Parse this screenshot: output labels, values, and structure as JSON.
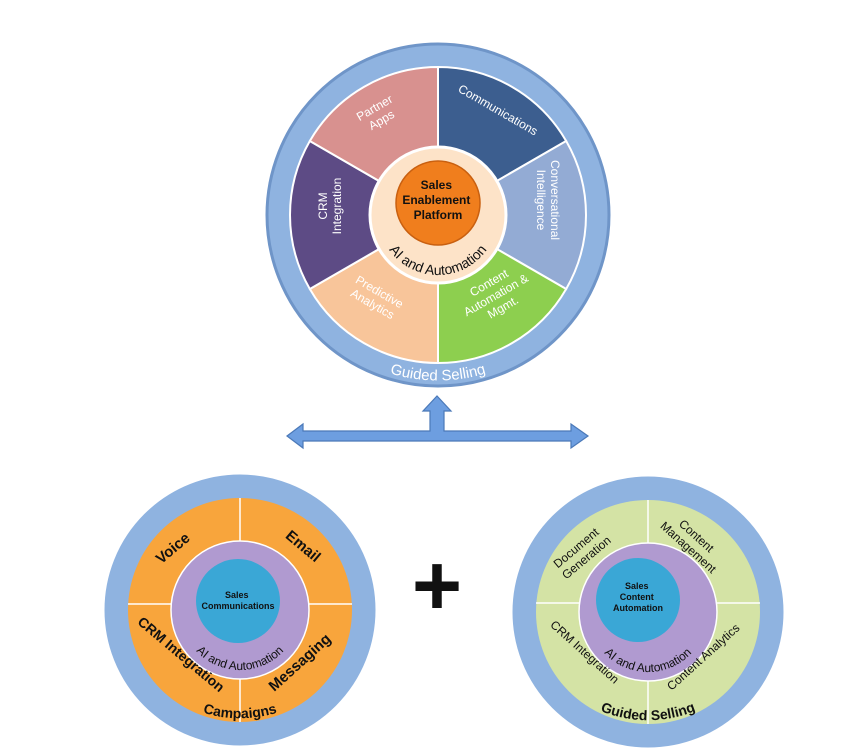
{
  "colors": {
    "ring_blue": "#8fb3e0",
    "ring_blue_stroke": "#6f95c8",
    "core_orange": "#f07e1d",
    "core_blue": "#3aa7d6",
    "center_ring_light": "#fde3c8",
    "center_ring_purple": "#b09ad0",
    "orange_segment": "#f8a53c",
    "green_segment": "#d4e3a5",
    "arrow_blue": "#6d9ee0",
    "plus": "#111111"
  },
  "top_wheel": {
    "core_label": [
      "Sales",
      "Enablement",
      "Platform"
    ],
    "inner_ring_label": "AI and Automation",
    "outer_ring_label": "Guided Selling",
    "segments": [
      {
        "label": [
          "Communications"
        ],
        "color": "#3c5e8f"
      },
      {
        "label": [
          "Conversational",
          "Intelligence"
        ],
        "color": "#93abd4"
      },
      {
        "label": [
          "Content",
          "Automation &",
          "Mgmt."
        ],
        "color": "#8dcf4f"
      },
      {
        "label": [
          "Predictive",
          "Analytics"
        ],
        "color": "#f8c59a"
      },
      {
        "label": [
          "CRM",
          "Integration"
        ],
        "color": "#5d4b85"
      },
      {
        "label": [
          "Partner",
          "Apps"
        ],
        "color": "#d8918f"
      }
    ]
  },
  "bottom_left_wheel": {
    "core_label": [
      "Sales",
      "Communications"
    ],
    "inner_ring_label": "AI and Automation",
    "outer_ring_label": "Campaigns",
    "segments": [
      {
        "label": "Email"
      },
      {
        "label": "Messaging"
      },
      {
        "label": "CRM Integration"
      },
      {
        "label": "Voice"
      }
    ]
  },
  "bottom_right_wheel": {
    "core_label": [
      "Sales",
      "Content",
      "Automation"
    ],
    "inner_ring_label": "AI and Automation",
    "outer_ring_label": "Guided Selling",
    "segments": [
      {
        "label": [
          "Content",
          "Management"
        ]
      },
      {
        "label": [
          "Content Analytics"
        ]
      },
      {
        "label": [
          "CRM Integration"
        ]
      },
      {
        "label": [
          "Document",
          "Generation"
        ]
      }
    ]
  },
  "plus_symbol": "+"
}
